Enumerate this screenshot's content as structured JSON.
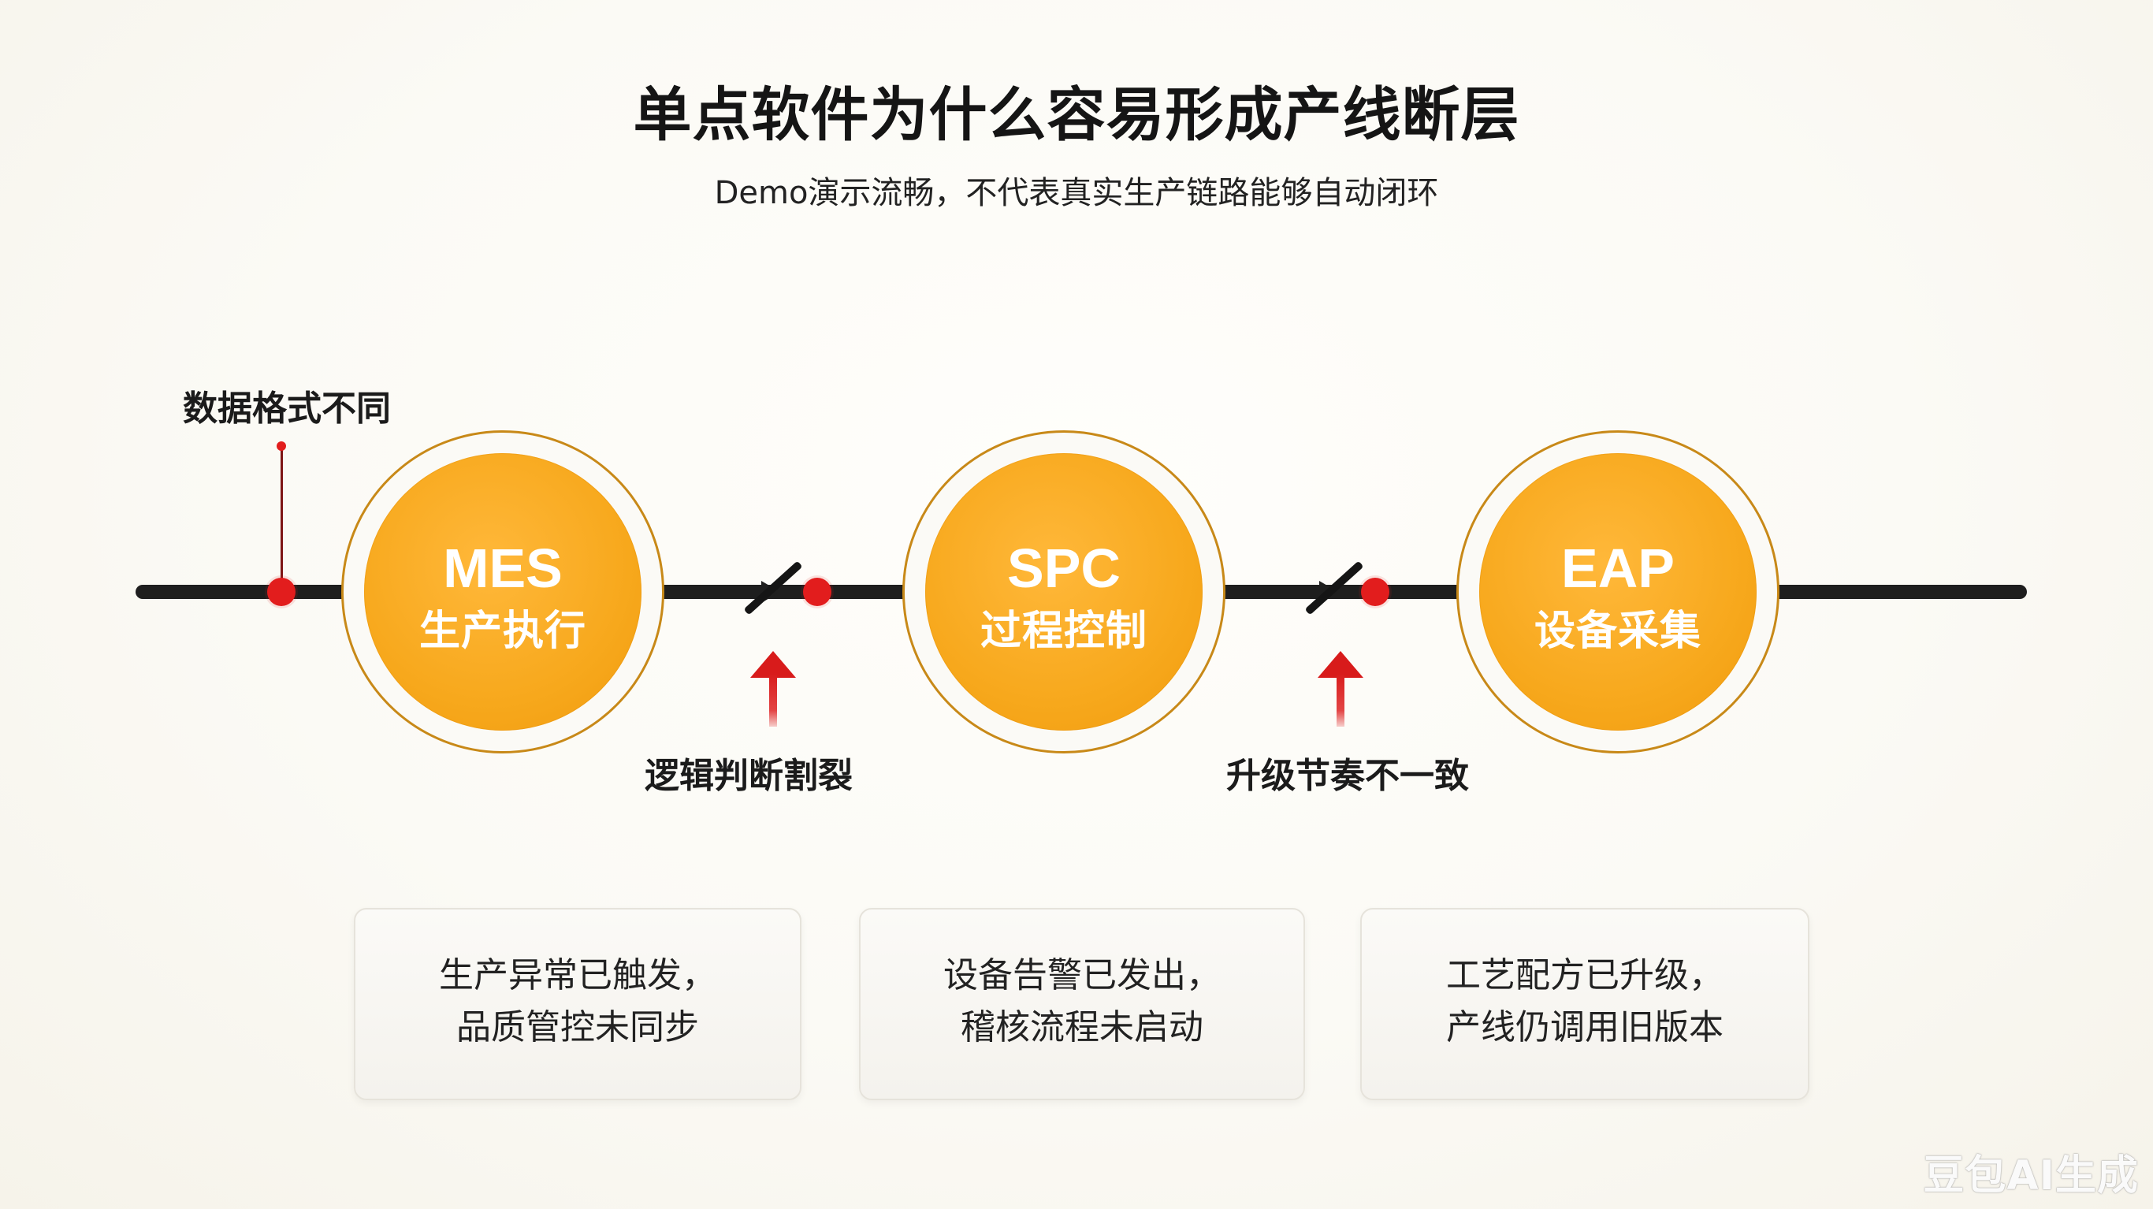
{
  "page": {
    "title": "单点软件为什么容易形成产线断层",
    "subtitle": "Demo演示流畅，不代表真实生产链路能够自动闭环"
  },
  "nodes": [
    {
      "code": "MES",
      "label": "生产执行"
    },
    {
      "code": "SPC",
      "label": "过程控制"
    },
    {
      "code": "EAP",
      "label": "设备采集"
    }
  ],
  "issues": {
    "data_format": "数据格式不同",
    "logic_split": "逻辑判断割裂",
    "upgrade_rhythm": "升级节奏不一致"
  },
  "cards": [
    {
      "line1": "生产异常已触发，",
      "line2": "品质管控未同步"
    },
    {
      "line1": "设备告警已发出，",
      "line2": "稽核流程未启动"
    },
    {
      "line1": "工艺配方已升级，",
      "line2": "产线仍调用旧版本"
    }
  ],
  "colors": {
    "node_fill": "#f7a81c",
    "node_ring": "#c88918",
    "alert_red": "#e21d1d",
    "line": "#1e1e1e"
  },
  "watermark": "豆包AI生成"
}
